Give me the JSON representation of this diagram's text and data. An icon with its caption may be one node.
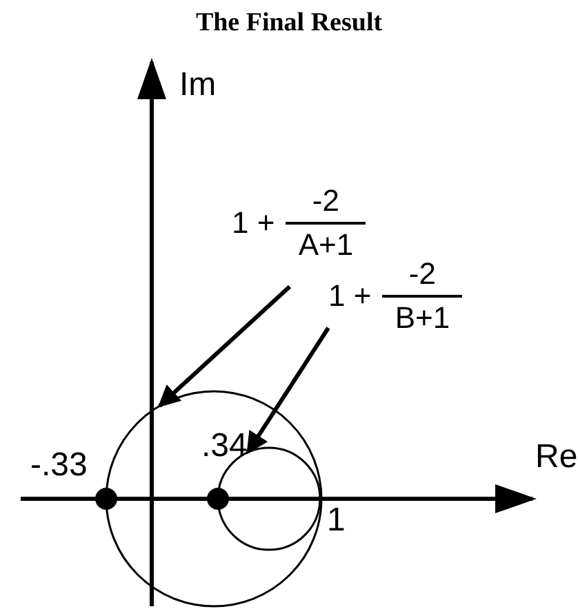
{
  "diagram": {
    "title": "The Final Result",
    "nodes": [
      {
        "text": [
          "1 +",
          "-2",
          "A+1"
        ]
      },
      {
        "text": [],
        "shape": "circle"
      },
      {
        "text": [
          "1 +",
          "-2",
          "B+1"
        ]
      },
      {
        "text": [],
        "shape": "circle",
        "in": 1
      }
    ],
    "edges": [
      {
        "from": 0,
        "to": 1,
        "arrow": "to"
      },
      {
        "from": 2,
        "to": 3,
        "arrow": "to"
      }
    ],
    "labels": [
      "Im",
      "Re",
      "-.33",
      ".34",
      "1"
    ]
  }
}
